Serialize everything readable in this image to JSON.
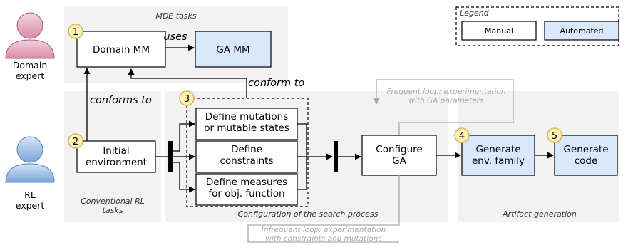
{
  "actors": {
    "domain": "Domain\nexpert",
    "rl": "RL\nexpert"
  },
  "panels": {
    "mde": "MDE tasks",
    "rl_tasks": "Conventional RL\ntasks",
    "search": "Configuration of the search process",
    "artifact": "Artifact generation"
  },
  "legend": {
    "title": "Legend",
    "manual": "Manual",
    "automated": "Automated"
  },
  "boxes": {
    "domain_mm": "Domain MM",
    "ga_mm": "GA MM",
    "initial_env": "Initial\nenvironment",
    "mutations": "Define mutations\nor mutable states",
    "constraints": "Define\nconstraints",
    "measures": "Define measures\nfor obj. function",
    "configure_ga": "Configure\nGA",
    "gen_env": "Generate\nenv. family",
    "gen_code": "Generate\ncode"
  },
  "steps": [
    "1",
    "2",
    "3",
    "4",
    "5"
  ],
  "edge_labels": {
    "uses": "uses",
    "conforms_to": "conforms to",
    "conform_to": "conform to"
  },
  "loops": {
    "frequent": "Frequent loop: experimentation\nwith GA parameters",
    "infrequent": "Infrequent loop: experimentation\nwith constraints and mutations"
  },
  "colors": {
    "manual": "#ffffff",
    "automated": "#dae8fc",
    "panel": "#f2f2f2",
    "step_fill": "#fff2b3",
    "step_stroke": "#d6b656",
    "actor_domain": "#e8b4c7",
    "actor_rl": "#a8c6ea"
  }
}
